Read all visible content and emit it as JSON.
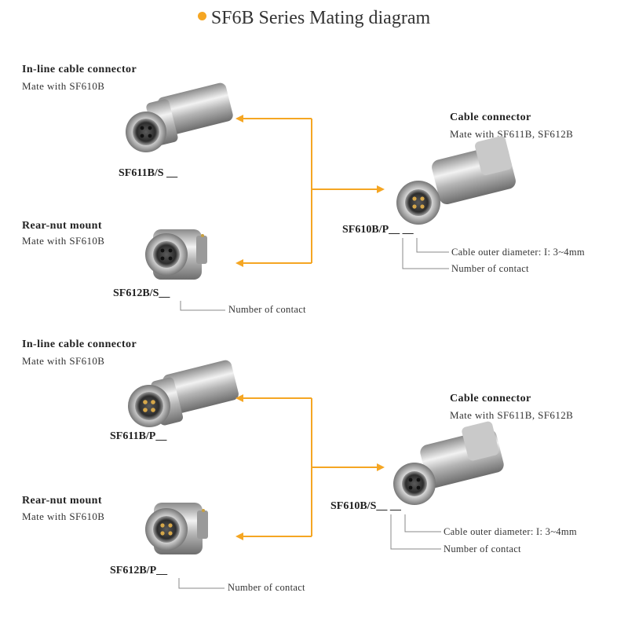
{
  "title": "SF6B Series Mating diagram",
  "colors": {
    "accent": "#f5a623",
    "leader": "#888888"
  },
  "top": {
    "inline": {
      "heading": "In-line cable connector",
      "mate": "Mate with  SF610B",
      "part": "SF611B/S"
    },
    "rear": {
      "heading": "Rear-nut mount",
      "mate": "Mate with  SF610B",
      "part": "SF612B/S",
      "contact_note": "Number  of  contact"
    },
    "cable": {
      "heading": "Cable connector",
      "mate": "Mate with  SF611B, SF612B",
      "part": "SF610B/P",
      "diameter_note": "Cable  outer diameter: I: 3~4mm",
      "contact_note": "Number  of  contact"
    }
  },
  "bottom": {
    "inline": {
      "heading": "In-line cable connector",
      "mate": "Mate with  SF610B",
      "part": "SF611B/P"
    },
    "rear": {
      "heading": "Rear-nut mount",
      "mate": "Mate with  SF610B",
      "part": "SF612B/P",
      "contact_note": "Number  of  contact"
    },
    "cable": {
      "heading": "Cable connector",
      "mate": "Mate with  SF611B, SF612B",
      "part": "SF610B/S",
      "diameter_note": "Cable  outer diameter: I: 3~4mm",
      "contact_note": "Number  of  contact"
    }
  }
}
